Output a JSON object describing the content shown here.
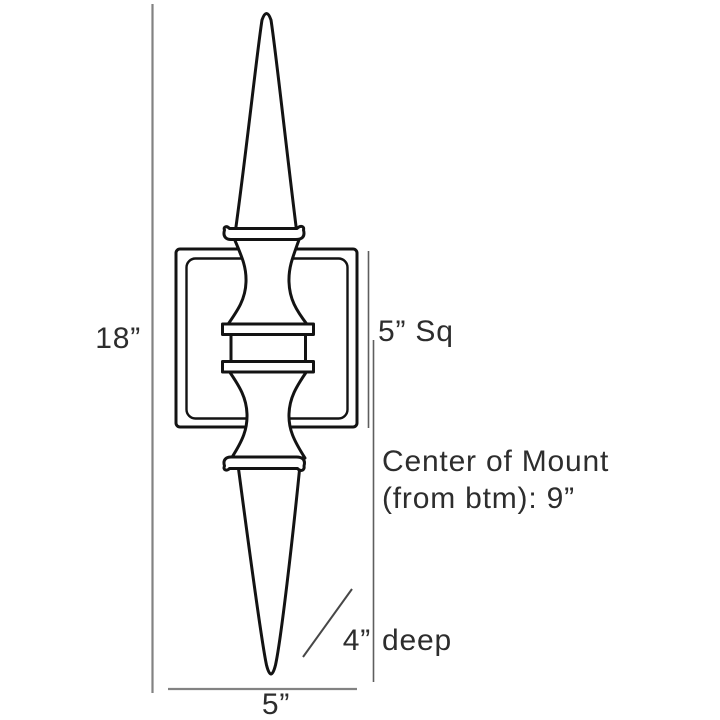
{
  "diagram": {
    "type": "product-dimension-line-drawing",
    "subject": "wall sconce with square backplate and tapered spires",
    "labels": {
      "height": "18”",
      "backplate_size": "5” Sq",
      "mount_center_line1": "Center of Mount",
      "mount_center_line2": "(from btm): 9”",
      "depth_value": "4”",
      "depth_unit": "deep",
      "width": "5”"
    },
    "colors": {
      "background": "#ffffff",
      "drawing_outline": "#131313",
      "dimension_line_gray": "#828282",
      "dimension_line_dark": "#5e5e5e",
      "label_text": "#2d2d2d"
    }
  }
}
